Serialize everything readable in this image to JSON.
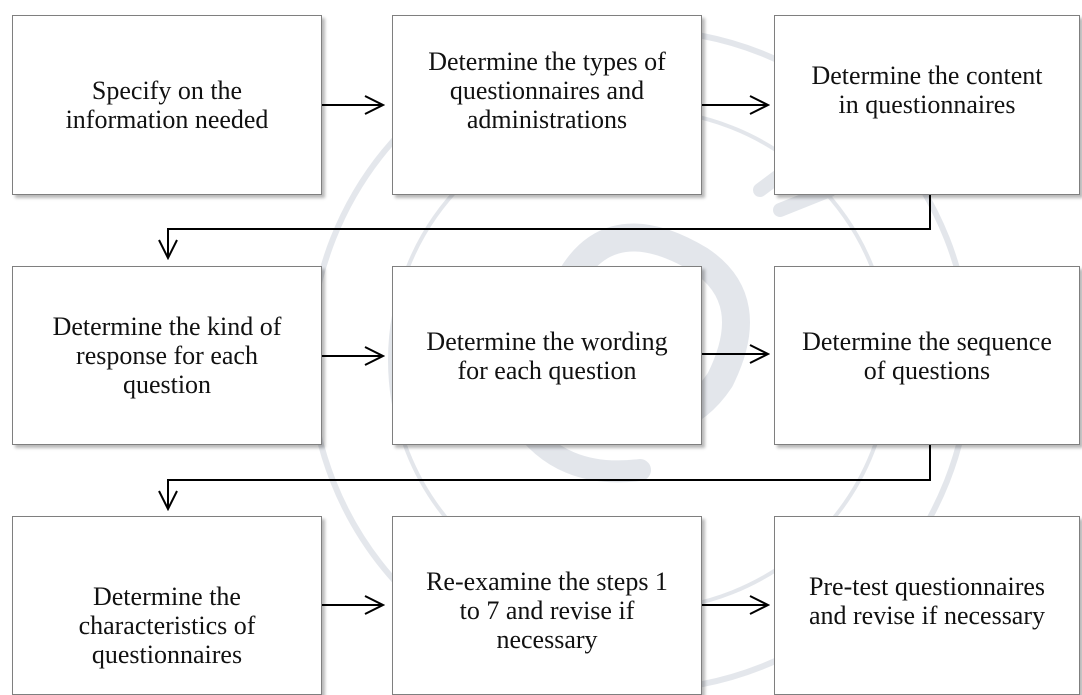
{
  "diagram": {
    "steps": [
      {
        "id": "step-1",
        "text": "Specify on the\ninformation needed"
      },
      {
        "id": "step-2",
        "text": "Determine the types of\nquestionnaires  and\nadministrations"
      },
      {
        "id": "step-3",
        "text": "Determine the content\nin questionnaires"
      },
      {
        "id": "step-4",
        "text": "Determine the kind of\nresponse for each\nquestion"
      },
      {
        "id": "step-5",
        "text": "Determine the wording\nfor each question"
      },
      {
        "id": "step-6",
        "text": "Determine the sequence\nof questions"
      },
      {
        "id": "step-7",
        "text": "Determine the\ncharacteristics of\nquestionnaires"
      },
      {
        "id": "step-8",
        "text": "Re-examine the steps 1\nto 7 and revise if\nnecessary"
      },
      {
        "id": "step-9",
        "text": "Pre-test questionnaires\nand revise if necessary"
      }
    ],
    "flow": [
      "step-1",
      "step-2",
      "step-3",
      "step-4",
      "step-5",
      "step-6",
      "step-7",
      "step-8",
      "step-9"
    ]
  },
  "colors": {
    "box_border": "#7f7f7f",
    "arrow": "#000000",
    "watermark": "#1f3a64"
  }
}
